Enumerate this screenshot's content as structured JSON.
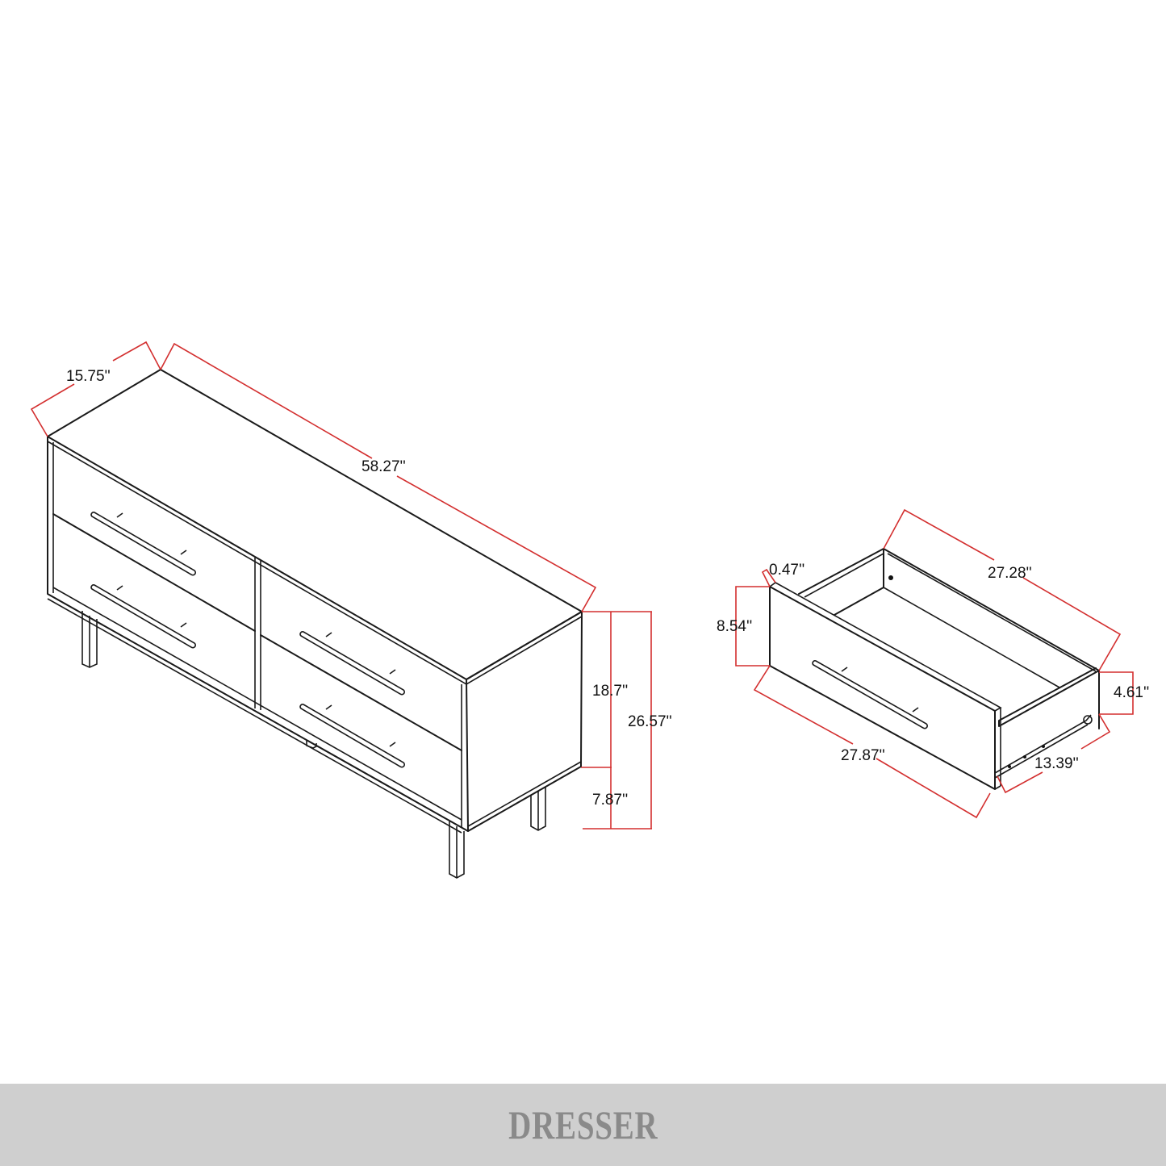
{
  "footer": {
    "title": "DRESSER",
    "background": "#cfcfcf",
    "text_color": "#8a8a8a"
  },
  "colors": {
    "dimension_lines": "#d32f2f",
    "outline": "#1a1a1a",
    "background": "#ffffff"
  },
  "dresser": {
    "name": "dresser",
    "drawer_count": 4,
    "dimensions": {
      "depth": "15.75''",
      "width": "58.27''",
      "body_height": "18.7''",
      "leg_height": "7.87''",
      "total_height": "26.57''"
    }
  },
  "drawer": {
    "name": "drawer",
    "dimensions": {
      "front_thickness": "0.47''",
      "front_height": "8.54''",
      "inner_length": "27.28''",
      "side_height": "4.61''",
      "front_width": "27.87''",
      "slide_length": "13.39''"
    }
  }
}
